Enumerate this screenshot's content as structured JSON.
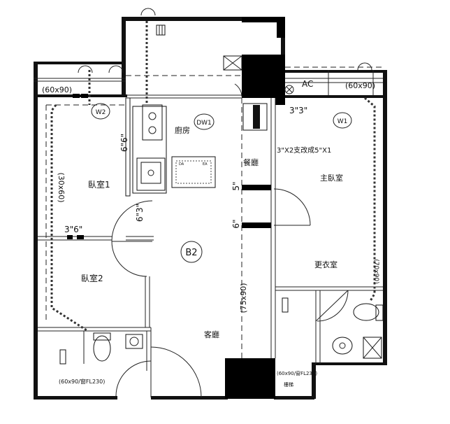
{
  "plan": {
    "unit_code": "B2",
    "rooms": {
      "kitchen": "廚房",
      "dining": "餐廳",
      "master_bedroom": "主臥室",
      "bedroom1": "臥室1",
      "bedroom2": "臥室2",
      "dressing_room": "更衣室",
      "living_room": "客廳"
    },
    "tags": {
      "dw1": "DW1",
      "w1": "W1",
      "w2": "W2",
      "ac": "AC",
      "da": "DA",
      "ea": "EA"
    },
    "dimensions": {
      "win_left": "(60x90)",
      "win_right": "(60x90)",
      "vert_left": "(30x60)",
      "vert_right": "(70x90)",
      "living": "(75x90)",
      "bottom_left": "(60x90/窗FL230)",
      "bottom_right": "(60x90/窗FL230)",
      "d_66": "6\"6\"",
      "d_63": "6\"3\"",
      "d_36": "3\"6\"",
      "d_33": "3\"3\"",
      "d_5": "5\"",
      "d_6": "6\"",
      "beam": "3\"X2支改成5\"X1",
      "stair_label": "樓梯"
    }
  }
}
